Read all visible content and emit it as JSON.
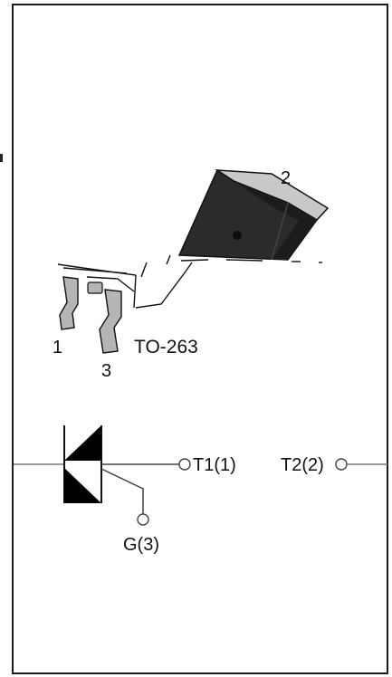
{
  "package": {
    "pin_labels": {
      "tab": "2",
      "pin1": "1",
      "pin3": "3"
    },
    "name": "TO-263"
  },
  "schematic": {
    "t1_label": "T1(1)",
    "t2_label": "T2(2)",
    "gate_label": "G(3)"
  },
  "colors": {
    "outline": "#111111",
    "body_dark": "#2a2a2a",
    "tab_metal": "#c8c8c8",
    "lead_metal": "#b5b5b5"
  }
}
